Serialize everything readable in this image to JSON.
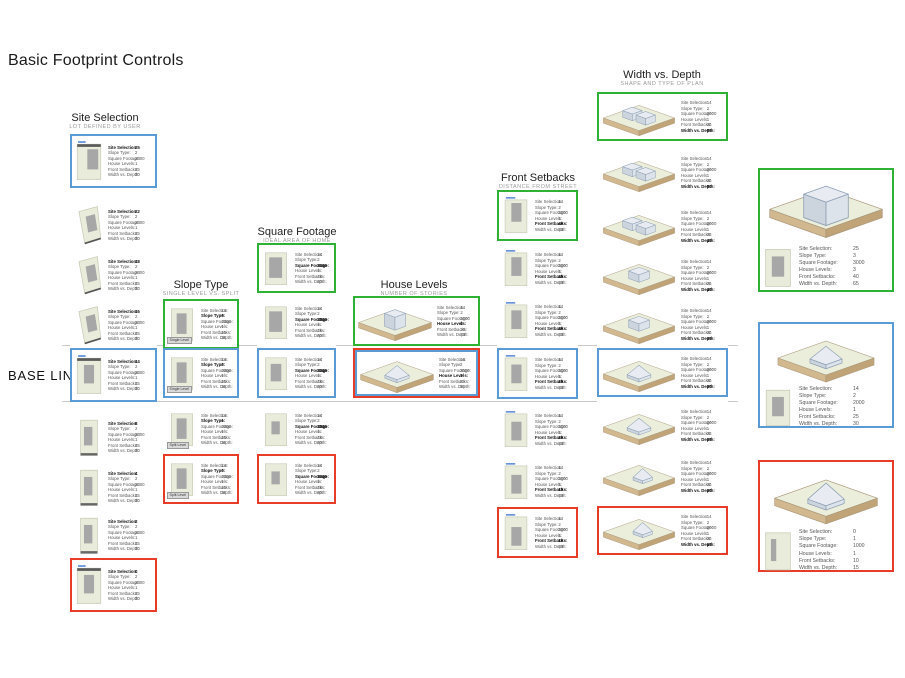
{
  "page": {
    "title": "Basic Footprint Controls",
    "baseline_label": "BASE LINE"
  },
  "colors": {
    "highlight_green": "#2eb135",
    "highlight_blue": "#5b9bd5",
    "highlight_red": "#e63c28",
    "lot_fill": "#e9ecda",
    "lot_stroke": "#c2c9b2",
    "footprint_gray": "#a7a7a7",
    "street_bar": "#5a5a5a",
    "street_label_blue": "#4a7fd4",
    "ground_top": "#eaeedb",
    "ground_left": "#d2b88f",
    "ground_right": "#c0a478",
    "ground_stroke": "#a89678",
    "house_top": "#e8ecf2",
    "house_left": "#ccd4de",
    "house_right": "#dde3ea",
    "house_stroke": "#8fa0b5"
  },
  "field_labels": [
    "Site Selection:",
    "Slope Type:",
    "Square Footage:",
    "House Levels:",
    "Front Setbacks:",
    "Width vs. Depth:"
  ],
  "columns": [
    {
      "title": "Site Selection",
      "subtitle": "LOT DEFINED BY USER",
      "bold_field": 0,
      "cards": [
        {
          "border": "blue",
          "values": [
            "25",
            "2",
            "2000",
            "1",
            "25",
            "30"
          ],
          "graphic": "corner-lot-plan"
        },
        {
          "border": "none",
          "values": [
            "22",
            "2",
            "2000",
            "1",
            "25",
            "30"
          ],
          "graphic": "angled-lot-plan"
        },
        {
          "border": "none",
          "values": [
            "18",
            "2",
            "2000",
            "1",
            "25",
            "30"
          ],
          "graphic": "angled-lot-plan"
        },
        {
          "border": "none",
          "values": [
            "16",
            "2",
            "2000",
            "1",
            "25",
            "30"
          ],
          "graphic": "angled-lot-plan"
        },
        {
          "border": "blue",
          "values": [
            "14",
            "2",
            "2000",
            "1",
            "25",
            "30"
          ],
          "graphic": "street-lot-plan"
        },
        {
          "border": "none",
          "values": [
            "8",
            "2",
            "2000",
            "1",
            "25",
            "30"
          ],
          "graphic": "narrow-lot-plan"
        },
        {
          "border": "none",
          "values": [
            "4",
            "2",
            "2000",
            "1",
            "25",
            "30"
          ],
          "graphic": "narrow-lot-plan"
        },
        {
          "border": "none",
          "values": [
            "2",
            "2",
            "2000",
            "1",
            "25",
            "30"
          ],
          "graphic": "narrow-lot-plan"
        },
        {
          "border": "red",
          "values": [
            "0",
            "2",
            "2000",
            "1",
            "25",
            "30"
          ],
          "graphic": "street-lot-plan"
        }
      ]
    },
    {
      "title": "Slope Type",
      "subtitle": "SINGLE LEVEL VS. SPLIT",
      "bold_field": 1,
      "cards": [
        {
          "border": "green",
          "values": [
            "14",
            "3",
            "2000",
            "1",
            "25",
            "30"
          ],
          "tag": "Single Level",
          "graphic": "lot-plan"
        },
        {
          "border": "blue",
          "values": [
            "14",
            "2",
            "2000",
            "1",
            "25",
            "30"
          ],
          "tag": "Single Level",
          "graphic": "lot-plan"
        },
        {
          "border": "none",
          "values": [
            "14",
            "1",
            "2000",
            "1",
            "25",
            "30"
          ],
          "tag": "Split Level",
          "graphic": "lot-plan"
        },
        {
          "border": "red",
          "values": [
            "14",
            "0",
            "2000",
            "1",
            "25",
            "30"
          ],
          "tag": "Split Level",
          "graphic": "lot-plan"
        }
      ]
    },
    {
      "title": "Square Footage",
      "subtitle": "IDEAL AREA OF HOME",
      "bold_field": 2,
      "cards": [
        {
          "border": "green",
          "values": [
            "14",
            "2",
            "3000",
            "1",
            "25",
            "30"
          ],
          "graphic": "lot-plan-large-footprint"
        },
        {
          "border": "none",
          "values": [
            "14",
            "2",
            "2500",
            "1",
            "25",
            "30"
          ],
          "graphic": "lot-plan-large-footprint"
        },
        {
          "border": "blue",
          "values": [
            "14",
            "2",
            "2000",
            "1",
            "25",
            "30"
          ],
          "graphic": "lot-plan-medium-footprint"
        },
        {
          "border": "none",
          "values": [
            "14",
            "2",
            "1500",
            "1",
            "25",
            "30"
          ],
          "graphic": "lot-plan-small-footprint"
        },
        {
          "border": "red",
          "values": [
            "14",
            "2",
            "1000",
            "1",
            "25",
            "30"
          ],
          "graphic": "lot-plan-small-footprint"
        }
      ]
    },
    {
      "title": "House Levels",
      "subtitle": "NUMBER OF STORIES",
      "bold_field": 3,
      "cards": [
        {
          "border": "green",
          "values": [
            "14",
            "2",
            "2000",
            "2",
            "25",
            "30"
          ],
          "graphic": "two-story-house-3d"
        },
        {
          "border": "red-blue",
          "values": [
            "14",
            "2",
            "2000",
            "1",
            "25",
            "30"
          ],
          "graphic": "split-level-house-3d"
        }
      ]
    },
    {
      "title": "Front Setbacks",
      "subtitle": "DISTANCE FROM STREET",
      "bold_field": 4,
      "cards": [
        {
          "border": "green",
          "values": [
            "14",
            "2",
            "2000",
            "1",
            "40",
            "30"
          ],
          "graphic": "setback-lot-plan"
        },
        {
          "border": "none",
          "values": [
            "14",
            "2",
            "2000",
            "1",
            "35",
            "30"
          ],
          "graphic": "setback-lot-plan"
        },
        {
          "border": "none",
          "values": [
            "14",
            "2",
            "2000",
            "1",
            "30",
            "30"
          ],
          "graphic": "setback-lot-plan"
        },
        {
          "border": "blue",
          "values": [
            "14",
            "2",
            "2000",
            "1",
            "25",
            "30"
          ],
          "graphic": "setback-lot-plan"
        },
        {
          "border": "none",
          "values": [
            "14",
            "2",
            "2000",
            "1",
            "20",
            "30"
          ],
          "graphic": "setback-lot-plan"
        },
        {
          "border": "none",
          "values": [
            "14",
            "2",
            "2000",
            "1",
            "15",
            "30"
          ],
          "graphic": "setback-lot-plan"
        },
        {
          "border": "red",
          "values": [
            "14",
            "2",
            "2000",
            "1",
            "10",
            "30"
          ],
          "graphic": "setback-lot-plan"
        }
      ]
    },
    {
      "title": "Width vs. Depth",
      "subtitle": "SHAPE AND TYPE OF PLAN",
      "bold_field": 5,
      "cards": [
        {
          "border": "green",
          "values": [
            "14",
            "2",
            "2000",
            "1",
            "25",
            "55"
          ],
          "graphic": "double-plan-house-3d"
        },
        {
          "border": "none",
          "values": [
            "14",
            "2",
            "2000",
            "1",
            "25",
            "50"
          ],
          "graphic": "double-plan-house-3d"
        },
        {
          "border": "none",
          "values": [
            "14",
            "2",
            "2000",
            "1",
            "25",
            "45"
          ],
          "graphic": "double-plan-house-3d"
        },
        {
          "border": "none",
          "values": [
            "14",
            "2",
            "2000",
            "1",
            "25",
            "40"
          ],
          "graphic": "single-plan-house-3d"
        },
        {
          "border": "none",
          "values": [
            "14",
            "2",
            "2000",
            "1",
            "25",
            "35"
          ],
          "graphic": "single-plan-house-3d"
        },
        {
          "border": "blue",
          "values": [
            "14",
            "2",
            "2000",
            "1",
            "25",
            "30"
          ],
          "graphic": "split-level-house-3d"
        },
        {
          "border": "none",
          "values": [
            "14",
            "2",
            "2000",
            "1",
            "25",
            "25"
          ],
          "graphic": "split-level-house-3d"
        },
        {
          "border": "none",
          "values": [
            "14",
            "2",
            "2000",
            "1",
            "25",
            "20"
          ],
          "graphic": "hillside-house-3d"
        },
        {
          "border": "red",
          "values": [
            "14",
            "2",
            "2000",
            "1",
            "25",
            "15"
          ],
          "graphic": "hillside-house-3d"
        }
      ]
    }
  ],
  "summary_cards": [
    {
      "border": "green",
      "values": [
        "25",
        "3",
        "3000",
        "3",
        "40",
        "65"
      ],
      "graphic": "three-story-house-3d",
      "lot_graphic": "lot-plan-medium-footprint"
    },
    {
      "border": "blue",
      "values": [
        "14",
        "2",
        "2000",
        "1",
        "25",
        "30"
      ],
      "graphic": "split-level-house-3d",
      "lot_graphic": "lot-plan-medium-footprint"
    },
    {
      "border": "red",
      "values": [
        "0",
        "1",
        "1000",
        "1",
        "10",
        "15"
      ],
      "graphic": "narrow-house-3d",
      "lot_graphic": "narrow-footprint-lot-plan"
    }
  ]
}
